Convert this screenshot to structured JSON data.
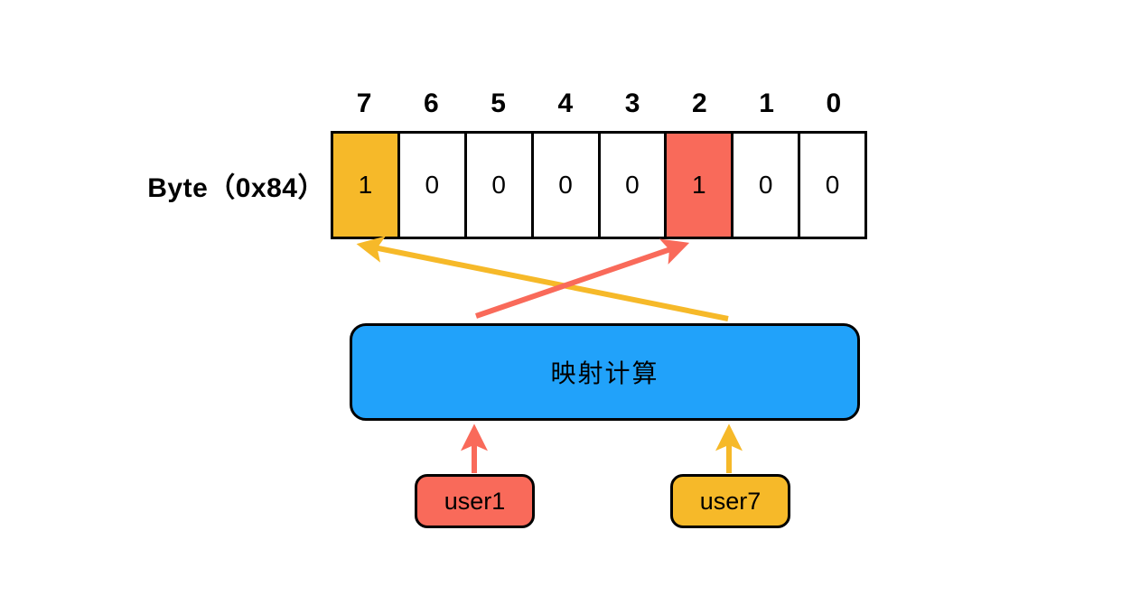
{
  "diagram": {
    "title_label": "Byte（0x84）",
    "mapping_box_label": "映射计算",
    "bit_indices": [
      "7",
      "6",
      "5",
      "4",
      "3",
      "2",
      "1",
      "0"
    ],
    "bit_values": [
      "1",
      "0",
      "0",
      "0",
      "0",
      "1",
      "0",
      "0"
    ],
    "bit_highlight": [
      "orange",
      "none",
      "none",
      "none",
      "none",
      "red",
      "none",
      "none"
    ],
    "users": [
      {
        "label": "user1",
        "color": "#F96A5A",
        "maps_to_bit": "2"
      },
      {
        "label": "user7",
        "color": "#F6B929",
        "maps_to_bit": "7"
      }
    ],
    "colors": {
      "orange": "#F6B929",
      "red": "#F96A5A",
      "blue": "#21A2FA",
      "outline": "#000000",
      "background": "#FFFFFF"
    }
  }
}
